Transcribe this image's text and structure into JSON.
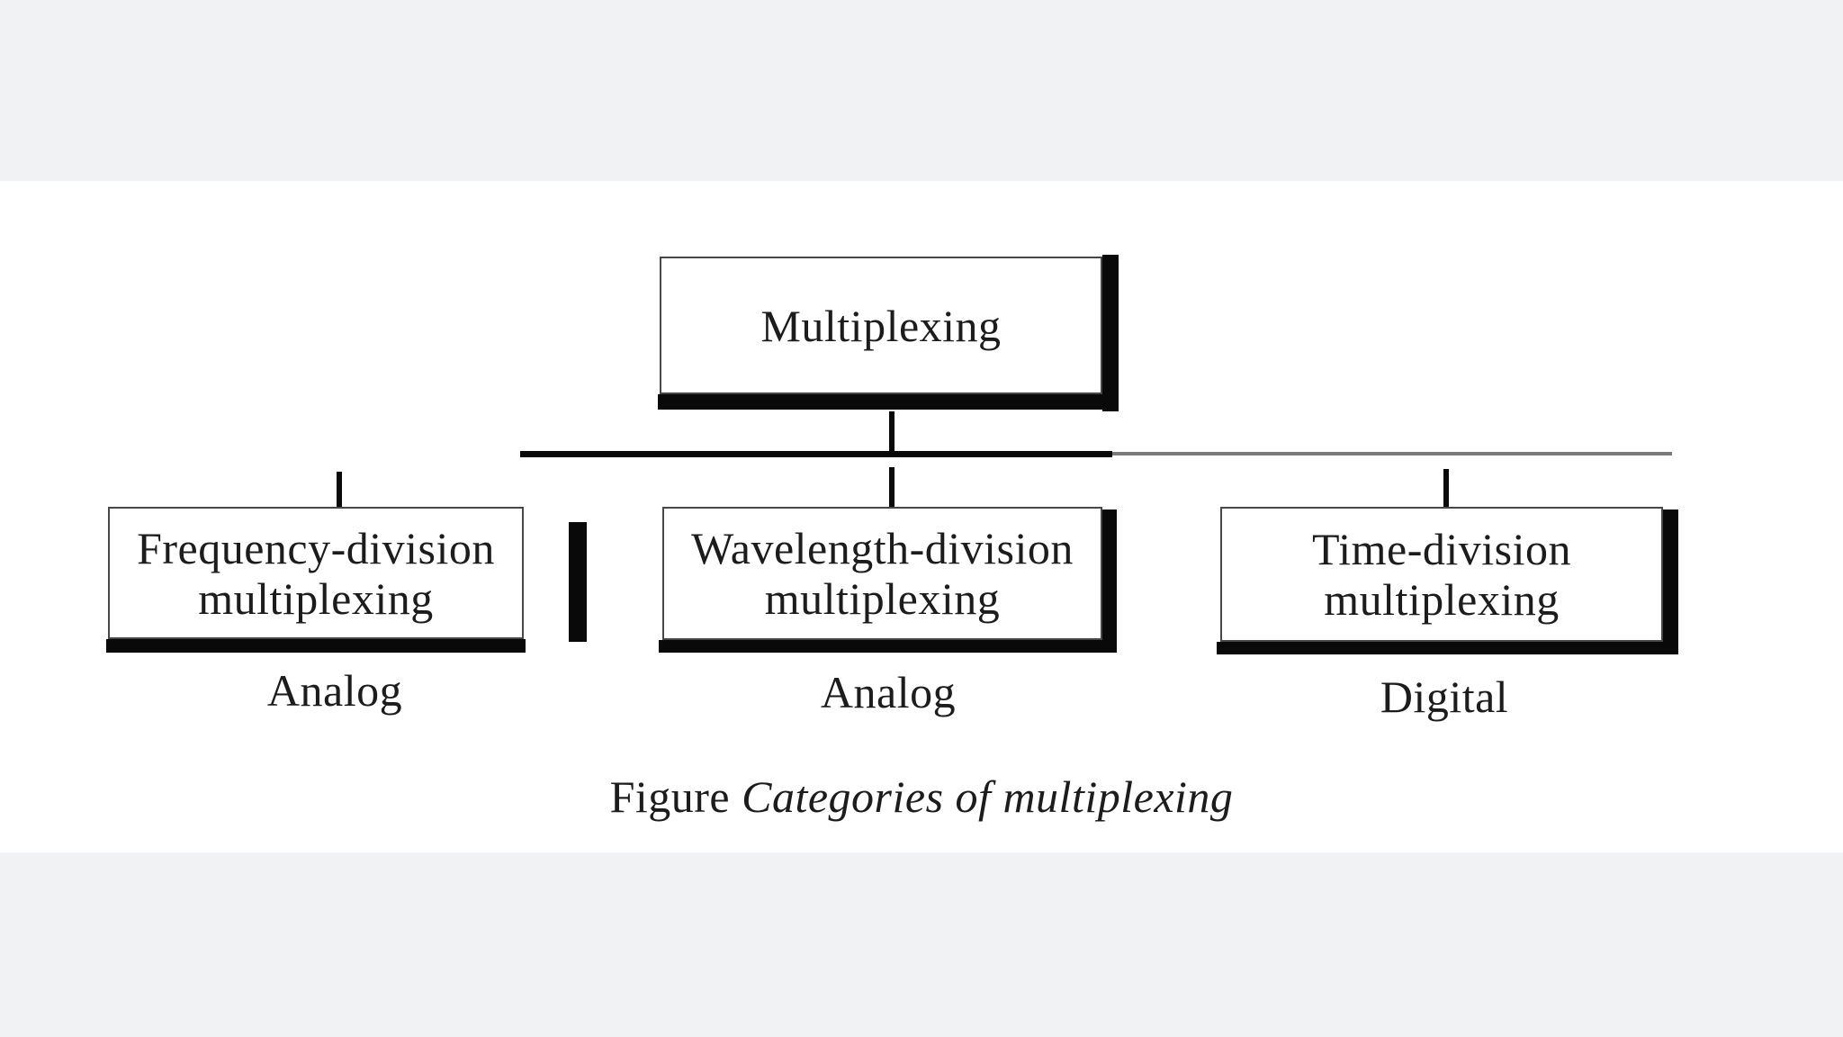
{
  "colors": {
    "canvas": "#ffffff",
    "outer_band": "#f1f2f4",
    "line_black": "#090909",
    "line_gray": "#7a7a7a",
    "border_gray": "#474747",
    "text": "#1c1c1c"
  },
  "diagram": {
    "root": {
      "label": "Multiplexing"
    },
    "children": [
      {
        "line1": "Frequency-division",
        "line2": "multiplexing",
        "category": "Analog"
      },
      {
        "line1": "Wavelength-division",
        "line2": "multiplexing",
        "category": "Analog"
      },
      {
        "line1": "Time-division",
        "line2": "multiplexing",
        "category": "Digital"
      }
    ],
    "caption": {
      "prefix": "Figure ",
      "italic": "Categories of multiplexing"
    }
  }
}
